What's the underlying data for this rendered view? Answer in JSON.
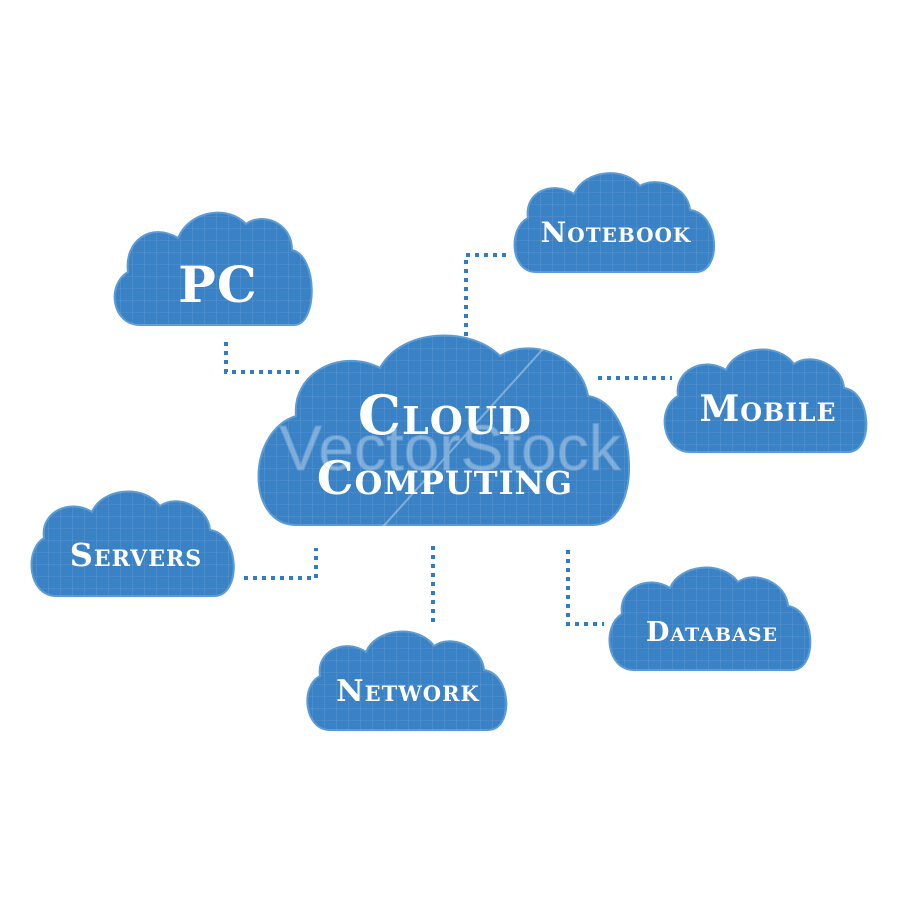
{
  "diagram": {
    "center": {
      "line1": "Cloud",
      "line2": "Computing"
    },
    "nodes": {
      "pc": "PC",
      "notebook": "Notebook",
      "mobile": "Mobile",
      "servers": "Servers",
      "network": "Network",
      "database": "Database"
    },
    "watermark": "VectorStock"
  },
  "colors": {
    "cloud_fill": "#3a82c6",
    "cloud_stroke": "#5b9bd5",
    "grid": "#8fbbe6",
    "connector": "#2f7dc4",
    "background": "#ffffff"
  }
}
